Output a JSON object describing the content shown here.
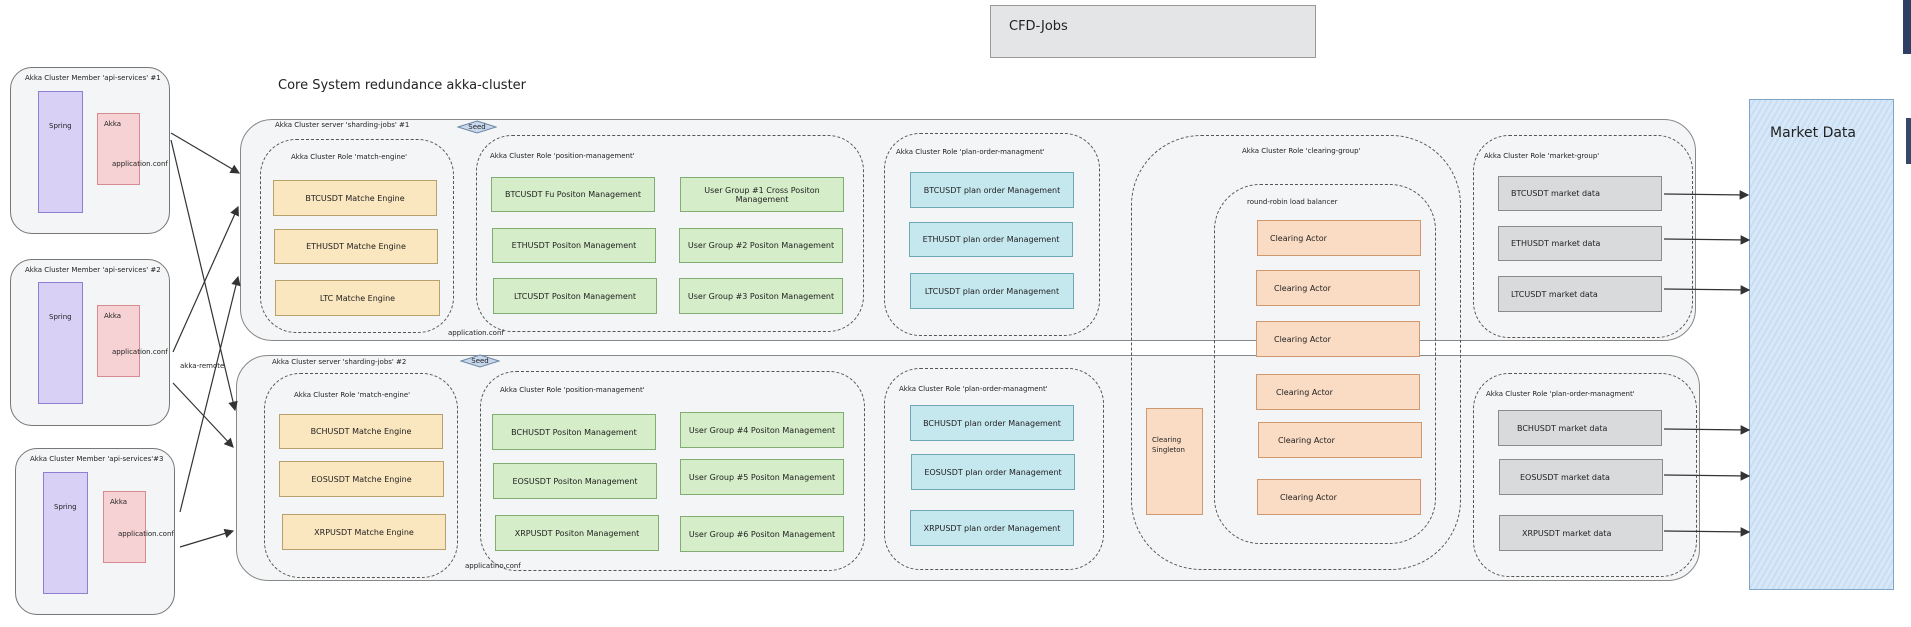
{
  "top_box": "CFD-Jobs",
  "title": "Core System redundance akka-cluster",
  "members": [
    {
      "label": "Akka Cluster Member 'api-services' #1",
      "spring": "Spring",
      "akka": "Akka",
      "conf": "application.conf"
    },
    {
      "label": "Akka Cluster Member 'api-services' #2",
      "spring": "Spring",
      "akka": "Akka",
      "conf": "application.conf"
    },
    {
      "label": "Akka Cluster Member 'api-services'#3",
      "spring": "Spring",
      "akka": "Akka",
      "conf": "application.conf"
    }
  ],
  "akka_remote": "akka-remote",
  "clusters": [
    {
      "label": "Akka Cluster server 'sharding-jobs' #1",
      "seed": "Seed",
      "conf": "application.conf",
      "match_role": "Akka Cluster Role 'match-engine'",
      "match": [
        "BTCUSDT Matche Engine",
        "ETHUSDT Matche Engine",
        "LTC Matche Engine"
      ],
      "position_role": "Akka Cluster Role 'position-management'",
      "position": [
        "BTCUSDT Fu Positon Management",
        "ETHUSDT Positon Management",
        "LTCUSDT Positon Management"
      ],
      "user_groups": [
        "User Group #1 Cross Positon Management",
        "User Group #2 Positon Management",
        "User Group #3 Positon Management"
      ],
      "plan_role": "Akka Cluster Role 'plan-order-managment'",
      "plan": [
        "BTCUSDT plan order Management",
        "ETHUSDT plan order Management",
        "LTCUSDT plan order Management"
      ],
      "market_role": "Akka Cluster Role 'market-group'",
      "market": [
        "BTCUSDT market data",
        "ETHUSDT market data",
        "LTCUSDT market data"
      ]
    },
    {
      "label": "Akka Cluster server 'sharding-jobs' #2",
      "seed": "Seed",
      "conf": "applicatino.conf",
      "match_role": "Akka Cluster Role 'match-engine'",
      "match": [
        "BCHUSDT Matche Engine",
        "EOSUSDT Matche Engine",
        "XRPUSDT Matche Engine"
      ],
      "position_role": "Akka Cluster Role 'position-management'",
      "position": [
        "BCHUSDT Positon Management",
        "EOSUSDT Positon Management",
        "XRPUSDT Positon Management"
      ],
      "user_groups": [
        "User Group #4 Positon Management",
        "User Group #5 Positon Management",
        "User Group #6 Positon Management"
      ],
      "plan_role": "Akka Cluster Role 'plan-order-managment'",
      "plan": [
        "BCHUSDT plan order Management",
        "EOSUSDT plan order Management",
        "XRPUSDT plan order Management"
      ],
      "market_role": "Akka Cluster Role 'plan-order-managment'",
      "market": [
        "BCHUSDT market data",
        "EOSUSDT market data",
        "XRPUSDT market data"
      ]
    }
  ],
  "clearing": {
    "role": "Akka Cluster Role 'clearing-group'",
    "lb": "round-robin load balancer",
    "actors": [
      "Clearing Actor",
      "Clearing Actor",
      "Clearing Actor",
      "Clearing Actor",
      "Clearing Actor",
      "Clearing Actor"
    ],
    "singleton": "Clearing Singleton"
  },
  "market_data": "Market Data",
  "colors": {
    "spring": "#d9d0f6",
    "akka": "#f7d2d4",
    "match": "#fbe7bf",
    "position": "#d5edc9",
    "plan": "#c5e8ef",
    "clearing": "#fadcc5",
    "market": "#d8dadb",
    "market_data_panel": "#cfe3f6"
  }
}
